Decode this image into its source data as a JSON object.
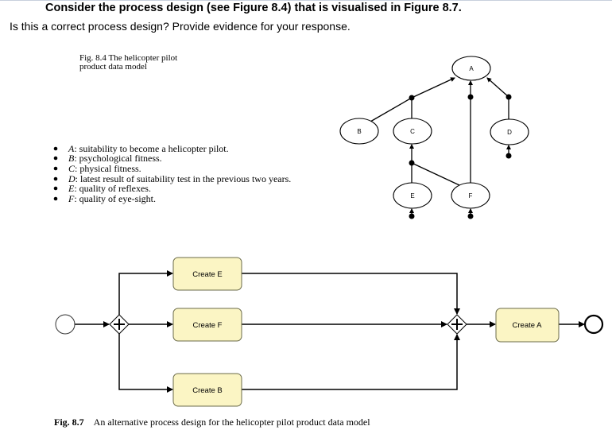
{
  "question": {
    "line1": "Consider the process design (see Figure 8.4) that is visualised  in Figure 8.7.",
    "line2": "Is this  a correct process design?  Provide  evidence  for your response."
  },
  "fig84": {
    "caption_line1": "Fig. 8.4   The helicopter pilot",
    "caption_line2": "product data model",
    "nodes": {
      "A": "A",
      "B": "B",
      "C": "C",
      "D": "D",
      "E": "E",
      "F": "F"
    },
    "legend": [
      {
        "key": "A",
        "text": ": suitability to become a helicopter pilot."
      },
      {
        "key": "B",
        "text": ": psychological fitness."
      },
      {
        "key": "C",
        "text": ": physical fitness."
      },
      {
        "key": "D",
        "text": ": latest result of suitability test in the previous two years."
      },
      {
        "key": "E",
        "text": ": quality of reflexes."
      },
      {
        "key": "F",
        "text": ": quality of eye-sight."
      }
    ]
  },
  "fig87": {
    "tasks": {
      "create_e": "Create E",
      "create_f": "Create F",
      "create_b": "Create B",
      "create_a": "Create A"
    },
    "caption_label": "Fig. 8.7",
    "caption_text": "An alternative process design for the helicopter pilot product data model",
    "colors": {
      "task_fill": "#fbf5c4",
      "task_stroke": "#6b6b4a"
    }
  }
}
